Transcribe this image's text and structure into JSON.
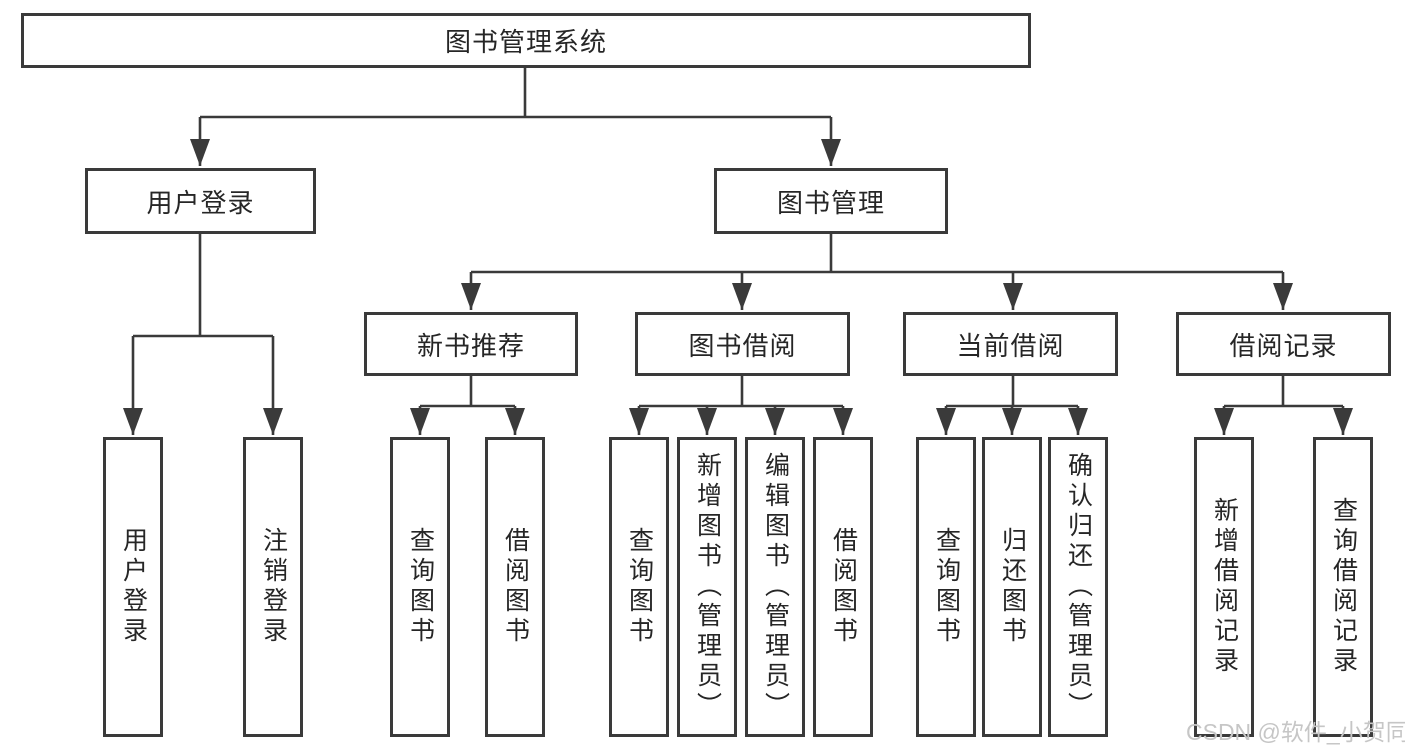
{
  "diagram": {
    "root_label": "图书管理系统",
    "user_login": {
      "label": "用户登录",
      "leaves": [
        "用户登录",
        "注销登录"
      ]
    },
    "book_management": {
      "label": "图书管理",
      "sections": [
        {
          "label": "新书推荐",
          "leaves": [
            "查询图书",
            "借阅图书"
          ]
        },
        {
          "label": "图书借阅",
          "leaves": [
            "查询图书",
            "新增图书（管理员）",
            "编辑图书（管理员）",
            "借阅图书"
          ]
        },
        {
          "label": "当前借阅",
          "leaves": [
            "查询图书",
            "归还图书",
            "确认归还（管理员）"
          ]
        },
        {
          "label": "借阅记录",
          "leaves": [
            "新增借阅记录",
            "查询借阅记录"
          ]
        }
      ]
    }
  },
  "watermark": "CSDN @软件_小贺同学",
  "colors": {
    "line": "#3a3a3a",
    "text": "#262626",
    "background": "#ffffff",
    "watermark": "#c6c6c6"
  }
}
